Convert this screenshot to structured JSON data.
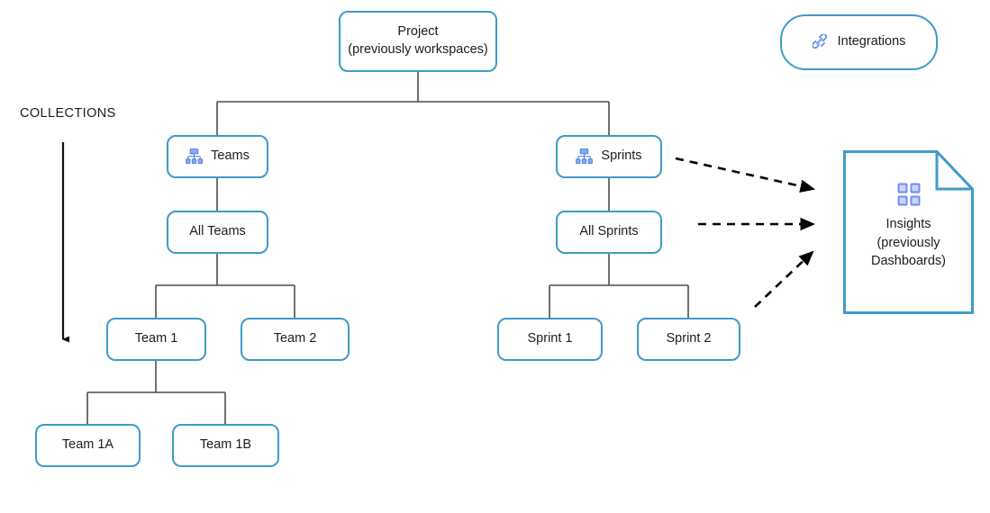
{
  "diagram": {
    "title": "Project hierarchy diagram",
    "colors": {
      "node_border": "#3e9bc9",
      "connector": "#4d4d4d",
      "arrow": "#000000",
      "icon_blue": "#4a7fe0",
      "icon_light": "#8aa9f0",
      "text": "#1c1c1c",
      "background": "#ffffff"
    },
    "annotations": {
      "collections_label": "COLLECTIONS"
    },
    "nodes": {
      "project": {
        "label": "Project\n(previously workspaces)"
      },
      "integrations": {
        "label": "Integrations",
        "icon": "link-chain-icon"
      },
      "teams": {
        "label": "Teams",
        "icon": "hierarchy-icon"
      },
      "sprints": {
        "label": "Sprints",
        "icon": "hierarchy-icon"
      },
      "all_teams": {
        "label": "All Teams"
      },
      "all_sprints": {
        "label": "All Sprints"
      },
      "team_1": {
        "label": "Team 1"
      },
      "team_2": {
        "label": "Team 2"
      },
      "team_1a": {
        "label": "Team 1A"
      },
      "team_1b": {
        "label": "Team 1B"
      },
      "sprint_1": {
        "label": "Sprint 1"
      },
      "sprint_2": {
        "label": "Sprint 2"
      },
      "insights": {
        "label": "Insights\n(previously\nDashboards)",
        "icon": "grid-dashboard-icon"
      }
    }
  }
}
